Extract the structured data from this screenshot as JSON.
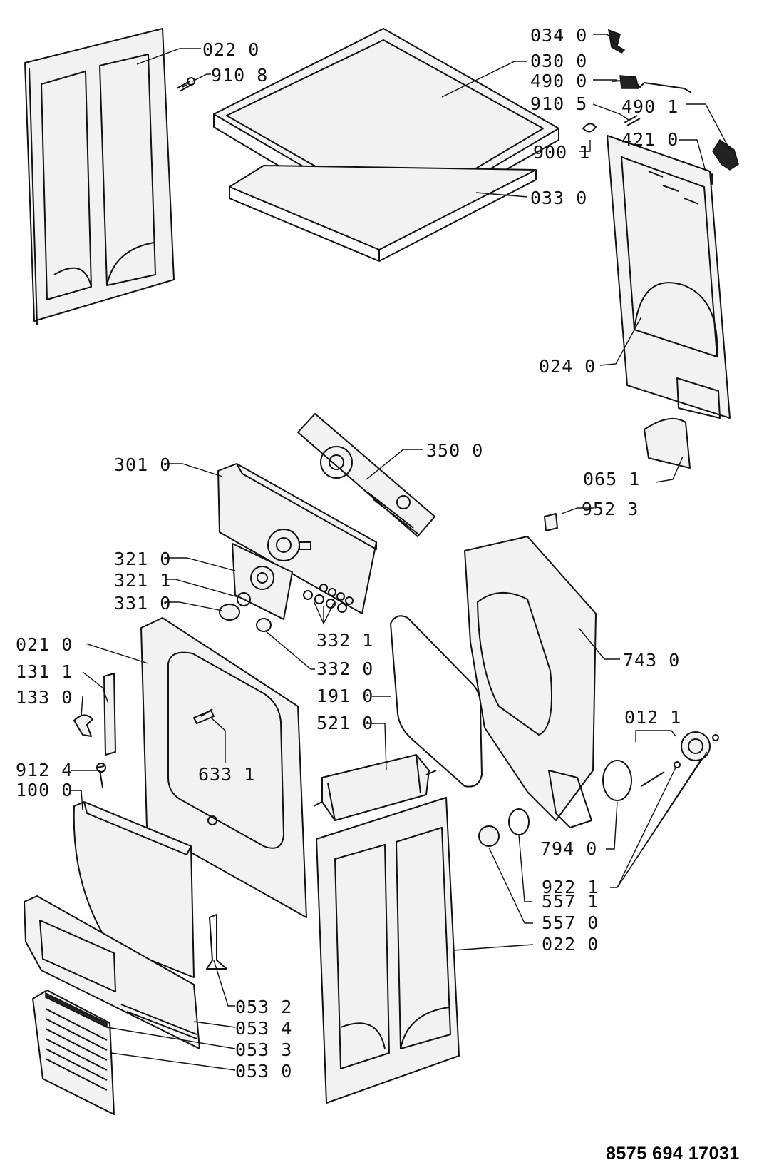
{
  "document_number": "8575 694 17031",
  "callouts": [
    {
      "id": "c1",
      "text": "022 0"
    },
    {
      "id": "c2",
      "text": "910 8"
    },
    {
      "id": "c3",
      "text": "034 0"
    },
    {
      "id": "c4",
      "text": "030 0"
    },
    {
      "id": "c5",
      "text": "490 0"
    },
    {
      "id": "c6",
      "text": "910 5"
    },
    {
      "id": "c7",
      "text": "490 1"
    },
    {
      "id": "c8",
      "text": "421 0"
    },
    {
      "id": "c9",
      "text": "900 1"
    },
    {
      "id": "c10",
      "text": "033 0"
    },
    {
      "id": "c11",
      "text": "024 0"
    },
    {
      "id": "c12",
      "text": "350 0"
    },
    {
      "id": "c13",
      "text": "301 0"
    },
    {
      "id": "c14",
      "text": "065 1"
    },
    {
      "id": "c15",
      "text": "952 3"
    },
    {
      "id": "c16",
      "text": "321 0"
    },
    {
      "id": "c17",
      "text": "321 1"
    },
    {
      "id": "c18",
      "text": "331 0"
    },
    {
      "id": "c19",
      "text": "332 1"
    },
    {
      "id": "c20",
      "text": "021 0"
    },
    {
      "id": "c21",
      "text": "332 0"
    },
    {
      "id": "c22",
      "text": "743 0"
    },
    {
      "id": "c23",
      "text": "131 1"
    },
    {
      "id": "c24",
      "text": "133 0"
    },
    {
      "id": "c25",
      "text": "191 0"
    },
    {
      "id": "c26",
      "text": "521 0"
    },
    {
      "id": "c27",
      "text": "012 1"
    },
    {
      "id": "c28",
      "text": "633 1"
    },
    {
      "id": "c29",
      "text": "912 4"
    },
    {
      "id": "c30",
      "text": "100 0"
    },
    {
      "id": "c31",
      "text": "794 0"
    },
    {
      "id": "c32",
      "text": "922 1"
    },
    {
      "id": "c33",
      "text": "557 1"
    },
    {
      "id": "c34",
      "text": "557 0"
    },
    {
      "id": "c35",
      "text": "022 0"
    },
    {
      "id": "c36",
      "text": "053 2"
    },
    {
      "id": "c37",
      "text": "053 4"
    },
    {
      "id": "c38",
      "text": "053 3"
    },
    {
      "id": "c39",
      "text": "053 0"
    }
  ]
}
